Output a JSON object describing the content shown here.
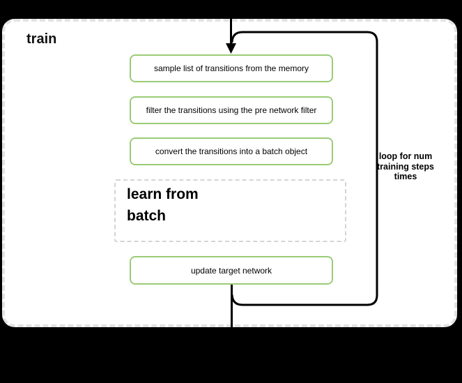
{
  "diagram": {
    "title": "train",
    "steps": [
      "sample list of transitions from the memory",
      "filter the transitions using the pre network filter",
      "convert the transitions into a batch object"
    ],
    "subprocess_label": "learn from\nbatch",
    "final_step": "update target network",
    "loop_annotation": "loop for num\ntraining steps\ntimes",
    "colors": {
      "page_background": "#000000",
      "container_fill": "#ffffff",
      "container_border": "#e3e3e3",
      "step_border": "#9acc76",
      "step_fill": "#ffffff",
      "subprocess_border": "#d4d4d4",
      "connector": "#000000",
      "text": "#000000"
    }
  }
}
